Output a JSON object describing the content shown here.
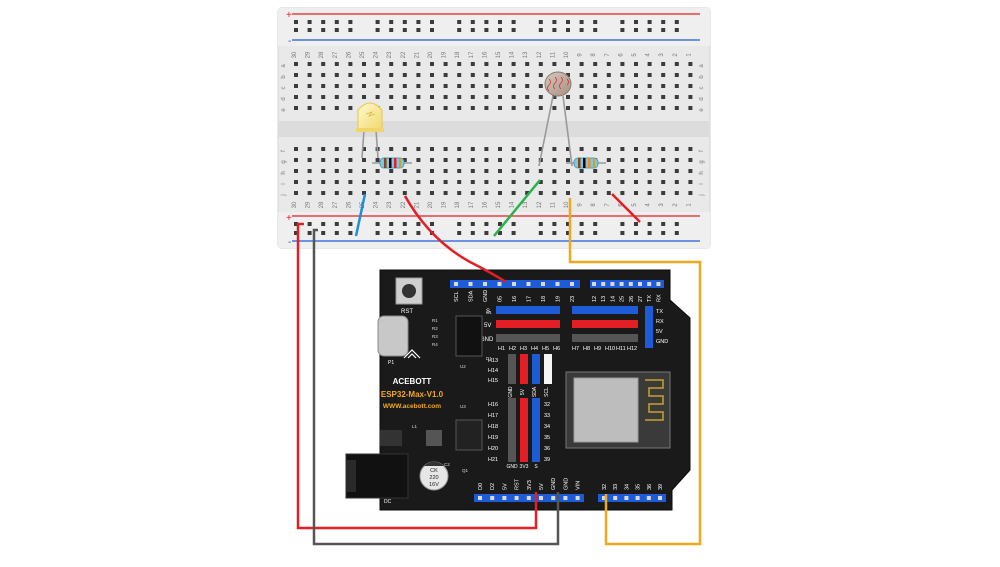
{
  "breadboard": {
    "rail_plus": "+",
    "rail_minus": "-",
    "row_letters_top": [
      "a",
      "b",
      "c",
      "d",
      "e"
    ],
    "row_letters_bottom": [
      "f",
      "g",
      "h",
      "i",
      "j"
    ],
    "column_numbers": [
      "30",
      "29",
      "28",
      "27",
      "26",
      "25",
      "24",
      "23",
      "22",
      "21",
      "20",
      "19",
      "18",
      "17",
      "16",
      "15",
      "14",
      "13",
      "12",
      "11",
      "10",
      "9",
      "8",
      "7",
      "6",
      "5",
      "4",
      "3",
      "2",
      "1"
    ]
  },
  "board": {
    "brand": "ACEBOTT",
    "model": "ESP32-Max-V1.0",
    "website": "WWW.acebott.com",
    "reset_label": "RST",
    "dc_label": "DC",
    "usb_label": "P1",
    "top_header_left": [
      "SCL",
      "SDA",
      "GND",
      "05",
      "16",
      "17",
      "18",
      "19",
      "23"
    ],
    "top_header_right": [
      "12",
      "13",
      "14",
      "25",
      "26",
      "27",
      "TX",
      "RX"
    ],
    "row_labels_left": [
      "S",
      "5V",
      "GND"
    ],
    "row_labels_right": [
      "TX",
      "RX",
      "5V",
      "GND"
    ],
    "h_labels_left": [
      "H1",
      "H2",
      "H3",
      "H4",
      "H5",
      "H6"
    ],
    "h_labels_right": [
      "H7",
      "H8",
      "H9",
      "H10",
      "H11",
      "H12"
    ],
    "i2c_rows": [
      "H13",
      "H14",
      "H15"
    ],
    "i2c_cols": [
      "GND",
      "5V",
      "SDA",
      "SCL"
    ],
    "analog_rows": [
      "H16",
      "H17",
      "H18",
      "H19",
      "H20",
      "H21"
    ],
    "analog_pins": [
      "32",
      "33",
      "34",
      "35",
      "36",
      "39"
    ],
    "analog_cols": [
      "GND",
      "3V3",
      "S"
    ],
    "bottom_header_left": [
      "D0",
      "D2",
      "5V",
      "RST",
      "3V3",
      "5V",
      "GND",
      "GND",
      "VIN"
    ],
    "bottom_header_right": [
      "32",
      "33",
      "34",
      "35",
      "36",
      "39"
    ],
    "capacitor_text": [
      "CK",
      "220",
      "16V"
    ],
    "small_labels": [
      "R1",
      "R2",
      "R3",
      "R4",
      "C1",
      "D1",
      "U2",
      "U3",
      "L1",
      "C2",
      "Q1"
    ]
  },
  "wires": {
    "colors": {
      "red": "#e31e24",
      "gray": "#555555",
      "blue": "#1e8fd6",
      "green": "#2bb24c",
      "orange": "#f0a81e"
    }
  }
}
